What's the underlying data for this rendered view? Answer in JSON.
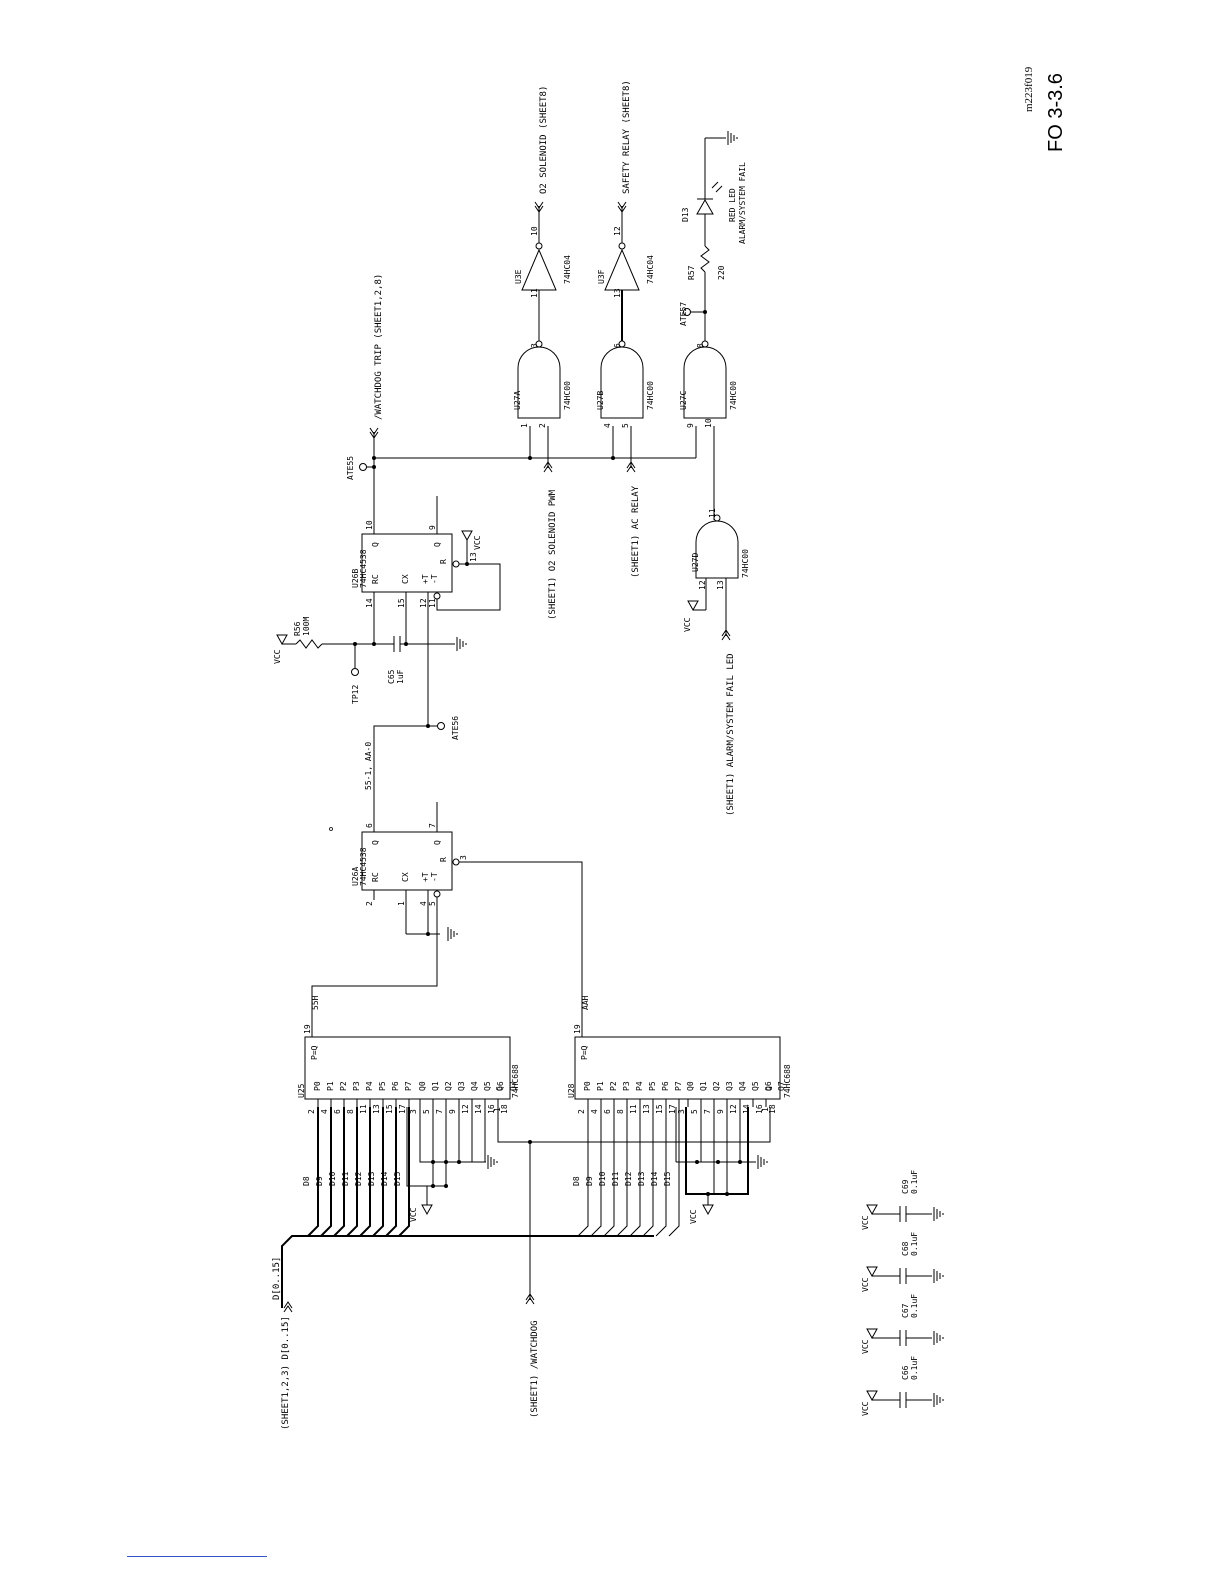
{
  "figure": {
    "id": "FO 3-3.6",
    "ref": "m223f019"
  },
  "chips": {
    "u25": {
      "name": "U25",
      "part": "74HC688",
      "eq": "P=Q",
      "out_pin": "19",
      "g_pin": "1",
      "g": "G"
    },
    "u28": {
      "name": "U28",
      "part": "74HC688",
      "eq": "P=Q",
      "out_pin": "19",
      "g_pin": "1",
      "g": "G"
    },
    "u26a": {
      "name": "U26A",
      "part": "74HC4538",
      "rc": "RC",
      "cx": "CX",
      "tp": "+T",
      "tn": "-T",
      "r": "R",
      "q": "Q",
      "qb": "Q",
      "pins": [
        "2",
        "1",
        "4",
        "5",
        "6",
        "7",
        "3"
      ]
    },
    "u26b": {
      "name": "U26B",
      "part": "74HC4538",
      "rc": "RC",
      "cx": "CX",
      "tp": "+T",
      "tn": "-T",
      "r": "R",
      "q": "Q",
      "qb": "Q",
      "pins": [
        "14",
        "15",
        "12",
        "11",
        "10",
        "9",
        "13"
      ]
    },
    "u27a": {
      "name": "U27A",
      "part": "74HC00",
      "pins": [
        "1",
        "2",
        "3"
      ]
    },
    "u27b": {
      "name": "U27B",
      "part": "74HC00",
      "pins": [
        "4",
        "5",
        "6"
      ]
    },
    "u27c": {
      "name": "U27C",
      "part": "74HC00",
      "pins": [
        "9",
        "10",
        "8"
      ]
    },
    "u27d": {
      "name": "U27D",
      "part": "74HC00",
      "pins": [
        "12",
        "13",
        "11"
      ]
    },
    "u3e": {
      "name": "U3E",
      "part": "74HC04",
      "pins": [
        "11",
        "10"
      ]
    },
    "u3f": {
      "name": "U3F",
      "part": "74HC04",
      "pins": [
        "13",
        "12"
      ]
    }
  },
  "comparator_pins": {
    "p_pins": [
      "2",
      "4",
      "6",
      "8",
      "11",
      "13",
      "15",
      "17"
    ],
    "p_names": [
      "P0",
      "P1",
      "P2",
      "P3",
      "P4",
      "P5",
      "P6",
      "P7"
    ],
    "q_pins": [
      "3",
      "5",
      "7",
      "9",
      "12",
      "14",
      "16",
      "18"
    ],
    "q_names": [
      "Q0",
      "Q1",
      "Q2",
      "Q3",
      "Q4",
      "Q5",
      "Q6",
      "Q7"
    ],
    "data_lines": [
      "D8",
      "D9",
      "D10",
      "D11",
      "D12",
      "D13",
      "D14",
      "D15"
    ]
  },
  "nets": {
    "n55h": "55H",
    "aah": "AAH",
    "n55aa": "55-1, AA-0",
    "vcc": "VCC",
    "bus": "D[0..15]"
  },
  "offpage": {
    "data_bus": "(SHEET1,2,3)   D[0..15]",
    "watchdog": "(SHEET1)  /WATCHDOG",
    "watchdog_trip": "/WATCHDOG TRIP  (SHEET1,2,8)",
    "o2_solenoid": "O2 SOLENOID  (SHEET8)",
    "safety_relay": "SAFETY RELAY  (SHEET8)",
    "o2_pwm": "(SHEET1)  O2 SOLENOID PWM",
    "ac_relay": "(SHEET1)  AC RELAY",
    "alarm_in": "(SHEET1)  ALARM/SYSTEM FAIL LED"
  },
  "parts": {
    "r56": {
      "name": "R56",
      "value": "100M"
    },
    "c65": {
      "name": "C65",
      "value": "1uF"
    },
    "tp12": "TP12",
    "ate55": "ATE55",
    "ate56": "ATE56",
    "ate57": "ATE57",
    "r57": {
      "name": "R57",
      "value": "220"
    },
    "d13": {
      "name": "D13",
      "line1": "RED LED",
      "line2": "ALARM/SYSTEM FAIL"
    }
  },
  "decoupling": [
    {
      "name": "C66",
      "value": "0.1uF"
    },
    {
      "name": "C67",
      "value": "0.1uF"
    },
    {
      "name": "C68",
      "value": "0.1uF"
    },
    {
      "name": "C69",
      "value": "0.1uF"
    }
  ]
}
